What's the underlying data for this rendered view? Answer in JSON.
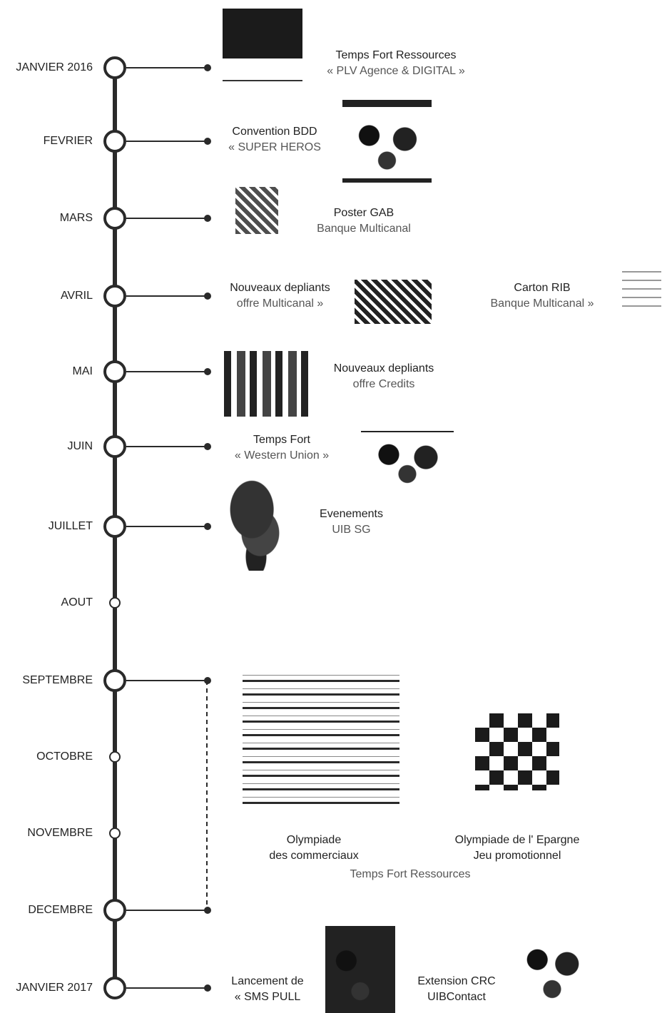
{
  "months": [
    {
      "label": "JANVIER 2016",
      "type": "big"
    },
    {
      "label": "FEVRIER",
      "type": "big"
    },
    {
      "label": "MARS",
      "type": "big"
    },
    {
      "label": "AVRIL",
      "type": "big"
    },
    {
      "label": "MAI",
      "type": "big"
    },
    {
      "label": "JUIN",
      "type": "big"
    },
    {
      "label": "JUILLET",
      "type": "big"
    },
    {
      "label": "AOUT",
      "type": "small"
    },
    {
      "label": "SEPTEMBRE",
      "type": "big"
    },
    {
      "label": "OCTOBRE",
      "type": "small"
    },
    {
      "label": "NOVEMBRE",
      "type": "small"
    },
    {
      "label": "DECEMBRE",
      "type": "big"
    },
    {
      "label": "JANVIER 2017",
      "type": "big"
    }
  ],
  "events": {
    "jan2016": {
      "title": "Temps Fort Ressources",
      "subtitle": "« PLV Agence & DIGITAL »"
    },
    "fevrier": {
      "title": "Convention BDD",
      "subtitle": "« SUPER HEROS"
    },
    "mars": {
      "title": "Poster GAB",
      "subtitle": "Banque Multicanal"
    },
    "avril_1": {
      "title": "Nouveaux depliants",
      "subtitle": "offre Multicanal »"
    },
    "avril_2": {
      "title": "Carton RIB",
      "subtitle": "Banque Multicanal »"
    },
    "mai": {
      "title": "Nouveaux depliants",
      "subtitle": "offre Credits"
    },
    "juin": {
      "title": "Temps Fort",
      "subtitle": "« Western Union »"
    },
    "juillet": {
      "title": "Evenements",
      "subtitle": "UIB SG"
    },
    "olympiade_1": {
      "title": "Olympiade",
      "subtitle": "des commerciaux"
    },
    "olympiade_2": {
      "title": "Olympiade de l' Epargne",
      "subtitle": "Jeu promotionnel"
    },
    "olympiade_footer": "Temps Fort Ressources",
    "jan2017_1": {
      "title": "Lancement de",
      "subtitle": "« SMS PULL"
    },
    "jan2017_2": {
      "title": "Extension CRC",
      "subtitle": "UIBContact"
    }
  },
  "colors": {
    "line": "#2a2a2a",
    "text": "#222222"
  }
}
